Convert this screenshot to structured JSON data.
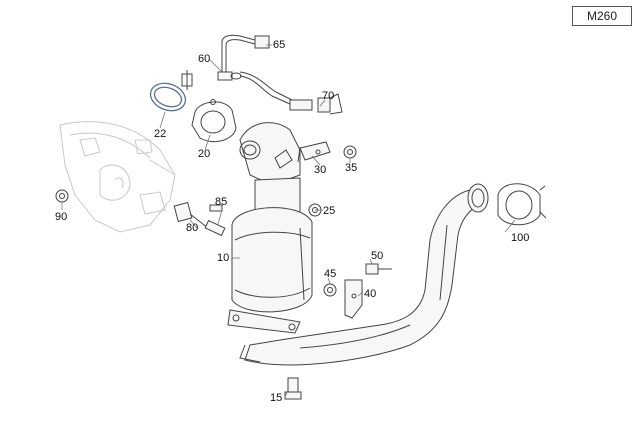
{
  "model_code": "M260",
  "parts": {
    "p10": "10",
    "p15": "15",
    "p20": "20",
    "p22": "22",
    "p25": "25",
    "p30": "30",
    "p35": "35",
    "p40": "40",
    "p45": "45",
    "p50": "50",
    "p60": "60",
    "p65": "65",
    "p70": "70",
    "p80": "80",
    "p85": "85",
    "p90": "90",
    "p100": "100"
  },
  "colors": {
    "line": "#444444",
    "ghost": "#c8c8c8",
    "highlight": "#5a6e96"
  }
}
